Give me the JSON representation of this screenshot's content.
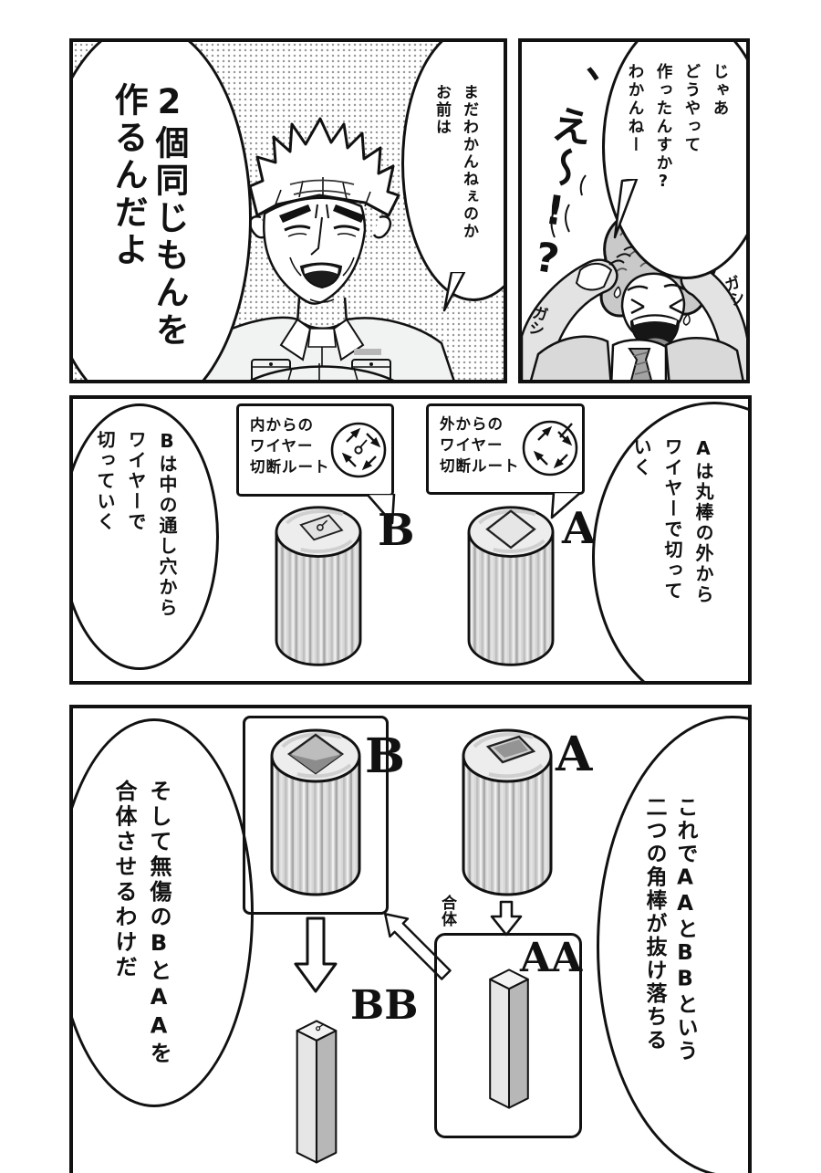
{
  "page": {
    "ink_color": "#111111",
    "paper_color": "#ffffff",
    "tone_dot_color": "#9a9a9a"
  },
  "panel1_left": {
    "shout": "2個同じもんを\n作るんだよ",
    "reply": "まだわかんねぇのか\nお前は"
  },
  "panel1_right": {
    "speech": "じゃあ\nどうやって\n作ったんすか?\nわかんねー",
    "sfx_big": "、え～!?",
    "sfx_gashi_right": "ガシ",
    "sfx_gashi_left": "ガシ"
  },
  "panel2": {
    "left_bubble": "Bは中の通し穴から\nワイヤーで\n切っていく",
    "right_bubble": "Aは丸棒の外から\nワイヤーで切って\nいく",
    "callout_inner": "内からの\nワイヤー\n切断ルート",
    "callout_outer": "外からの\nワイヤー\n切断ルート",
    "label_b": "B",
    "label_a": "A"
  },
  "panel3": {
    "left_bubble": "そして無傷のBとAAを\n合体させるわけだ",
    "right_bubble": "これでAAとBBという\n二つの角棒が抜け落ちる",
    "label_b": "B",
    "label_a": "A",
    "label_aa": "AA",
    "label_bb": "BB",
    "merge_label": "合体"
  }
}
